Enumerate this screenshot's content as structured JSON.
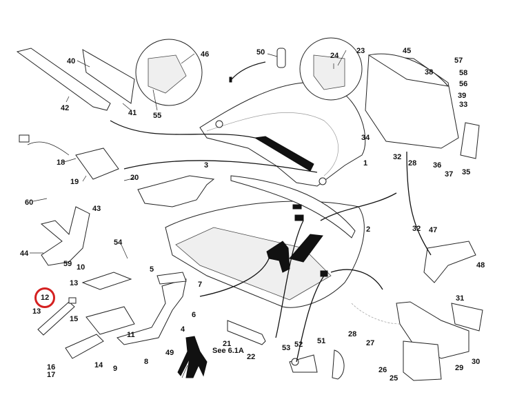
{
  "diagram": {
    "type": "exploded-parts-diagram",
    "subject": "Rear boot lid / trunk mechanism assembly",
    "highlight": {
      "part": "12",
      "color": "#d42020"
    },
    "labels": [
      {
        "id": "1",
        "text": "1"
      },
      {
        "id": "2",
        "text": "2"
      },
      {
        "id": "3",
        "text": "3"
      },
      {
        "id": "4",
        "text": "4"
      },
      {
        "id": "5",
        "text": "5"
      },
      {
        "id": "6",
        "text": "6"
      },
      {
        "id": "7",
        "text": "7"
      },
      {
        "id": "8",
        "text": "8"
      },
      {
        "id": "9",
        "text": "9"
      },
      {
        "id": "10",
        "text": "10"
      },
      {
        "id": "11",
        "text": "11"
      },
      {
        "id": "12",
        "text": "12"
      },
      {
        "id": "13a",
        "text": "13"
      },
      {
        "id": "13b",
        "text": "13"
      },
      {
        "id": "14",
        "text": "14"
      },
      {
        "id": "15",
        "text": "15"
      },
      {
        "id": "16",
        "text": "16"
      },
      {
        "id": "17",
        "text": "17"
      },
      {
        "id": "18",
        "text": "18"
      },
      {
        "id": "19",
        "text": "19"
      },
      {
        "id": "20",
        "text": "20"
      },
      {
        "id": "21",
        "text": "21"
      },
      {
        "id": "21note",
        "text": "See 6.1A"
      },
      {
        "id": "22",
        "text": "22"
      },
      {
        "id": "23",
        "text": "23"
      },
      {
        "id": "24",
        "text": "24"
      },
      {
        "id": "25",
        "text": "25"
      },
      {
        "id": "26",
        "text": "26"
      },
      {
        "id": "27",
        "text": "27"
      },
      {
        "id": "28a",
        "text": "28"
      },
      {
        "id": "28b",
        "text": "28"
      },
      {
        "id": "29",
        "text": "29"
      },
      {
        "id": "30",
        "text": "30"
      },
      {
        "id": "31",
        "text": "31"
      },
      {
        "id": "32a",
        "text": "32"
      },
      {
        "id": "32b",
        "text": "32"
      },
      {
        "id": "33",
        "text": "33"
      },
      {
        "id": "34",
        "text": "34"
      },
      {
        "id": "35",
        "text": "35"
      },
      {
        "id": "36",
        "text": "36"
      },
      {
        "id": "37",
        "text": "37"
      },
      {
        "id": "38",
        "text": "38"
      },
      {
        "id": "39",
        "text": "39"
      },
      {
        "id": "40",
        "text": "40"
      },
      {
        "id": "41",
        "text": "41"
      },
      {
        "id": "42",
        "text": "42"
      },
      {
        "id": "43",
        "text": "43"
      },
      {
        "id": "44",
        "text": "44"
      },
      {
        "id": "45",
        "text": "45"
      },
      {
        "id": "46",
        "text": "46"
      },
      {
        "id": "47",
        "text": "47"
      },
      {
        "id": "48",
        "text": "48"
      },
      {
        "id": "49",
        "text": "49"
      },
      {
        "id": "50",
        "text": "50"
      },
      {
        "id": "51",
        "text": "51"
      },
      {
        "id": "52",
        "text": "52"
      },
      {
        "id": "53",
        "text": "53"
      },
      {
        "id": "54",
        "text": "54"
      },
      {
        "id": "55",
        "text": "55"
      },
      {
        "id": "56",
        "text": "56"
      },
      {
        "id": "57",
        "text": "57"
      },
      {
        "id": "58",
        "text": "58"
      },
      {
        "id": "59",
        "text": "59"
      },
      {
        "id": "60",
        "text": "60"
      }
    ]
  }
}
